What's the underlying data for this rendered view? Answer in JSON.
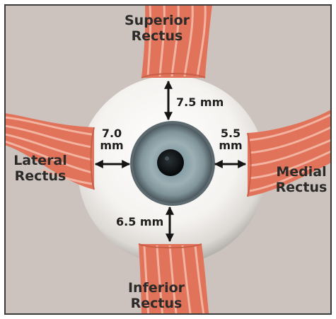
{
  "labels": {
    "superior": [
      "Superior",
      "Rectus"
    ],
    "lateral": [
      "Lateral",
      "Rectus"
    ],
    "medial": [
      "Medial",
      "Rectus"
    ],
    "inferior": [
      "Inferior",
      "Rectus"
    ]
  },
  "measurements": {
    "superior": "7.5 mm",
    "lateral": [
      "7.0",
      "mm"
    ],
    "medial": [
      "5.5",
      "mm"
    ],
    "inferior": "6.5 mm"
  },
  "colors": {
    "background": "#cdc3be",
    "border": "#3a3a3a",
    "sclera": "#f3f1ee",
    "sclera_shadow": "#a8a4a0",
    "muscle_dark": "#e0735a",
    "muscle_light": "#f3b3a1",
    "iris": "#8fa3a8",
    "iris_rim": "#4e5960",
    "pupil": "#101518",
    "arrow": "#141414",
    "text": "#2b2a29"
  }
}
